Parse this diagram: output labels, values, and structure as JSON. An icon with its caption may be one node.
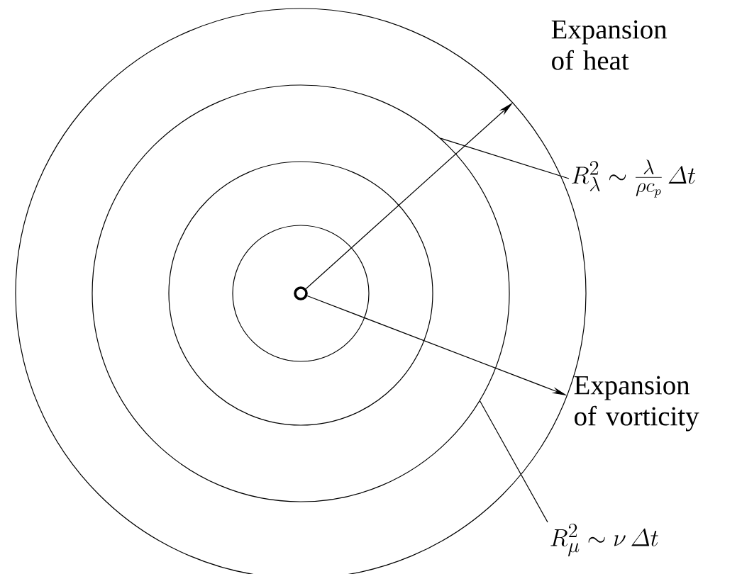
{
  "diagram": {
    "nodes": [
      {
        "text": [],
        "shape": "circle"
      },
      {
        "text": [],
        "shape": "circle",
        "in": 0
      },
      {
        "text": [],
        "shape": "circle",
        "in": 1
      },
      {
        "text": [],
        "shape": "circle",
        "in": 2
      },
      {
        "text": [],
        "shape": "circle",
        "in": 3
      },
      {
        "text": [
          "R_{\\lambda}^{2} \\sim \\frac{\\lambda}{\\rho c_{p}}\\,\\mathnormal{\\Delta} t"
        ]
      },
      {
        "text": [
          "R_{\\mu}^{2} \\sim \\nu\\,\\mathnormal{\\Delta} t"
        ]
      }
    ],
    "edges": [
      {
        "from": 4,
        "to": 0,
        "arrow": "to"
      },
      {
        "from": 4,
        "to": 0,
        "arrow": "to"
      },
      {
        "from": 5,
        "to": 1,
        "arrow": "none"
      },
      {
        "from": 6,
        "to": 1,
        "arrow": "none"
      }
    ],
    "labels": [
      "Expansion of heat",
      "Expansion of vorticity"
    ]
  }
}
